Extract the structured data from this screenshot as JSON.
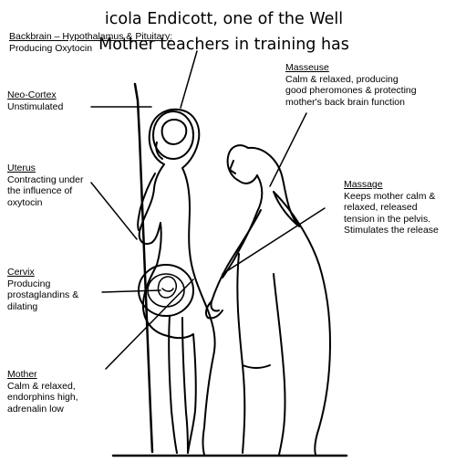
{
  "caption": {
    "line1": "icola Endicott, one of the Well",
    "line2": "Mother teachers in training has"
  },
  "labels": {
    "backbrain": {
      "title": "Backbrain – Hypothalamus & Pituitary:",
      "desc": "Producing Oxytocin"
    },
    "neocortex": {
      "title": "Neo-Cortex",
      "desc": "Unstimulated"
    },
    "uterus": {
      "title": "Uterus",
      "desc": [
        "Contracting under",
        "the influence of",
        "oxytocin"
      ]
    },
    "cervix": {
      "title": "Cervix",
      "desc": [
        "Producing",
        "prostaglandins &",
        "dilating"
      ]
    },
    "mother": {
      "title": "Mother",
      "desc": [
        "Calm & relaxed,",
        "endorphins high,",
        "adrenalin low"
      ]
    },
    "masseuse": {
      "title": "Masseuse",
      "desc": [
        "Calm & relaxed, producing",
        "good pheromones & protecting",
        "mother's back brain function"
      ]
    },
    "massage": {
      "title": "Massage",
      "desc": [
        "Keeps mother calm &",
        "relaxed, released",
        "tension in the pelvis.",
        "Stimulates the release"
      ]
    }
  }
}
